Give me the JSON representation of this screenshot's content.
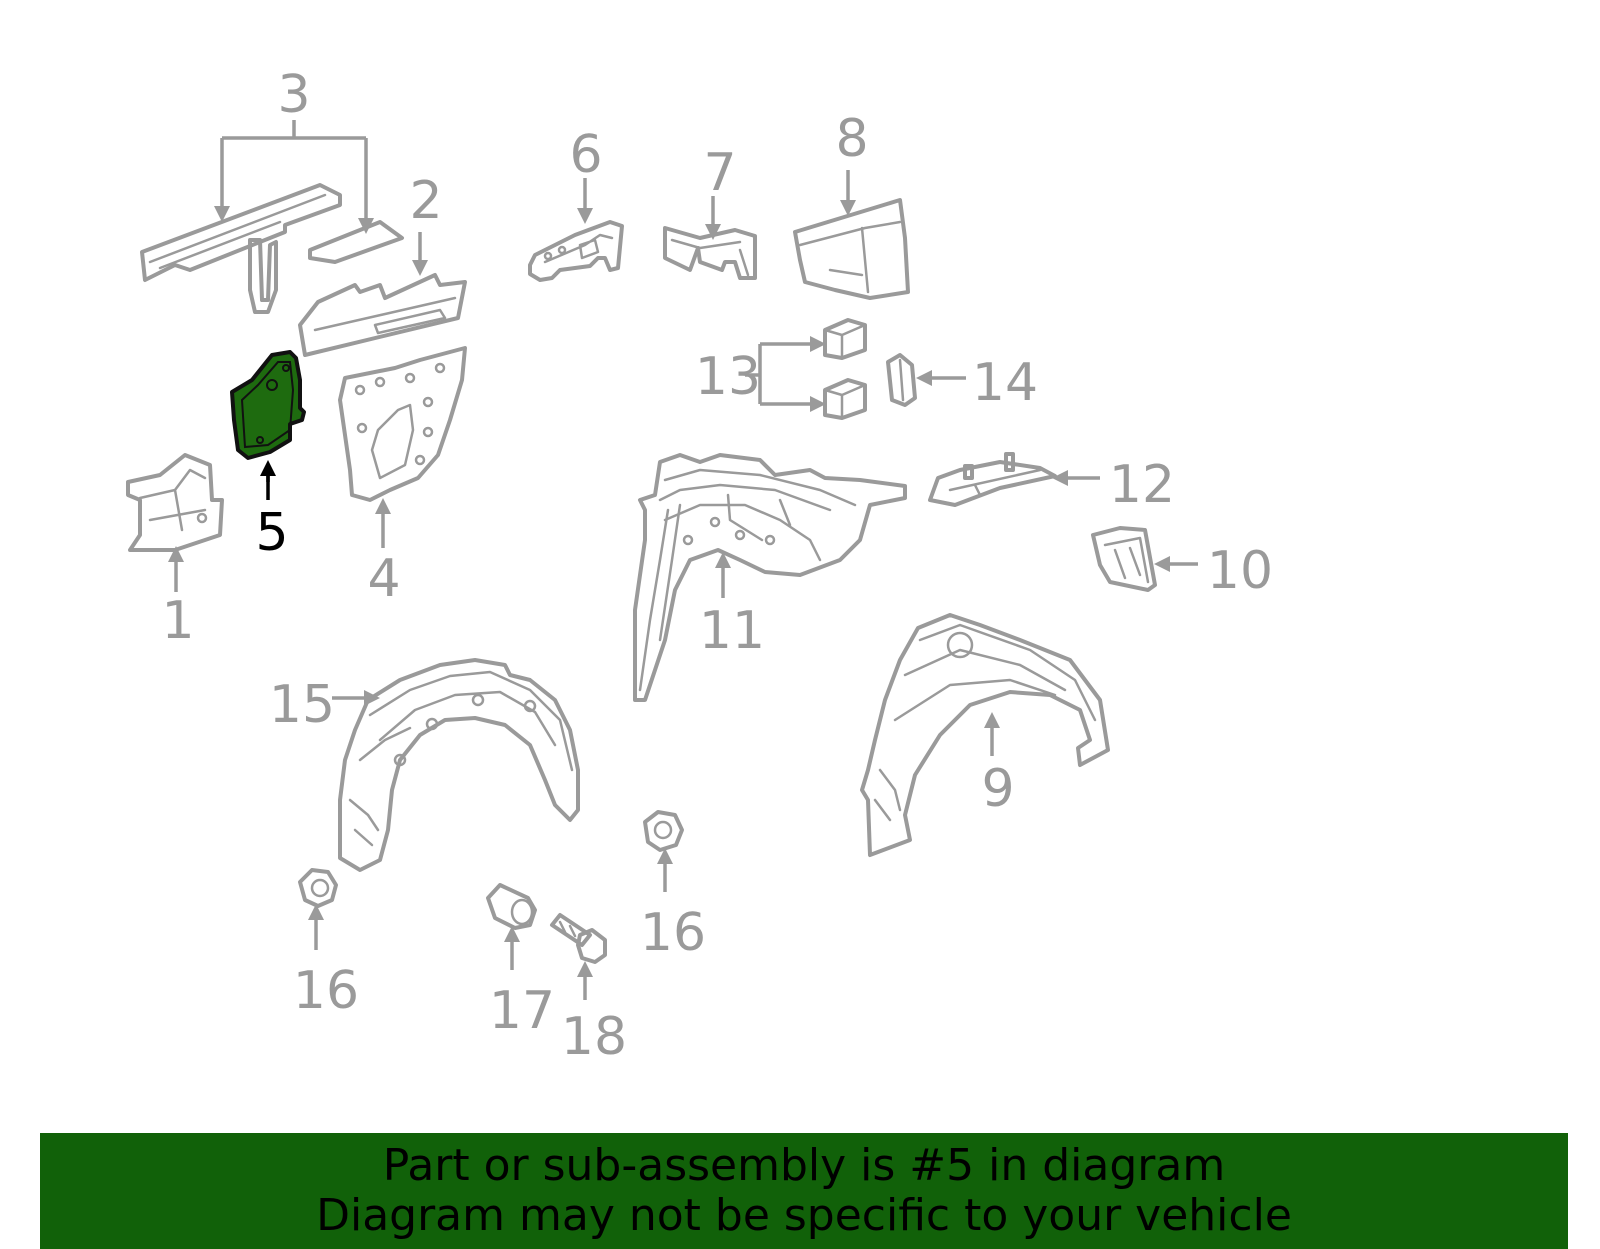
{
  "callouts": [
    "1",
    "2",
    "3",
    "4",
    "5",
    "6",
    "7",
    "8",
    "9",
    "10",
    "11",
    "12",
    "13",
    "14",
    "15",
    "16",
    "16",
    "17",
    "18"
  ],
  "highlighted_callout": "5",
  "colors": {
    "part_outline": "#9a9a9a",
    "highlight_fill": "#1e6b0f",
    "banner_background": "#116109",
    "highlight_label": "#000000"
  },
  "banner": {
    "line1": "Part or sub-assembly is #5 in diagram",
    "line2": "Diagram may not be specific to your vehicle"
  }
}
